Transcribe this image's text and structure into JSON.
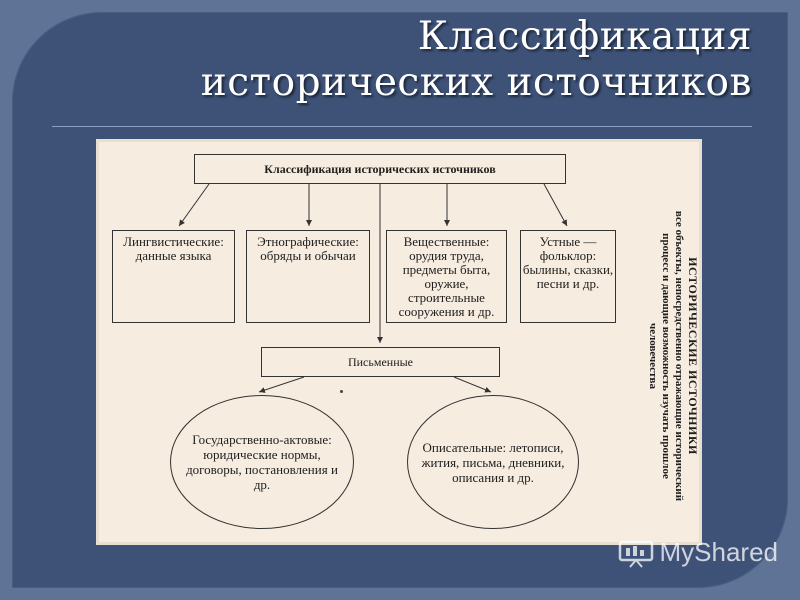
{
  "slide": {
    "title": "Классификация исторических источников"
  },
  "diagram": {
    "header": "Классификация исторических источников",
    "categories": [
      "Лингвистические: данные языка",
      "Этнографические: обряды и обычаи",
      "Вещественные: орудия труда, предметы быта, оружие, строительные сооружения и др.",
      "Устные — фольклор: былины, сказки, песни и др."
    ],
    "written": "Письменные",
    "written_types": [
      "Государственно-актовые: юридические нормы, договоры, постановления и др.",
      "Описательные: летописи, жития, письма, дневники, описания и др."
    ],
    "side_title": "ИСТОРИЧЕСКИЕ ИСТОЧНИКИ",
    "side_text": "все объекты, непосредственно отражающие исторический процесс и дающие возможность изучать прошлое человечества"
  },
  "watermark": "MyShared"
}
